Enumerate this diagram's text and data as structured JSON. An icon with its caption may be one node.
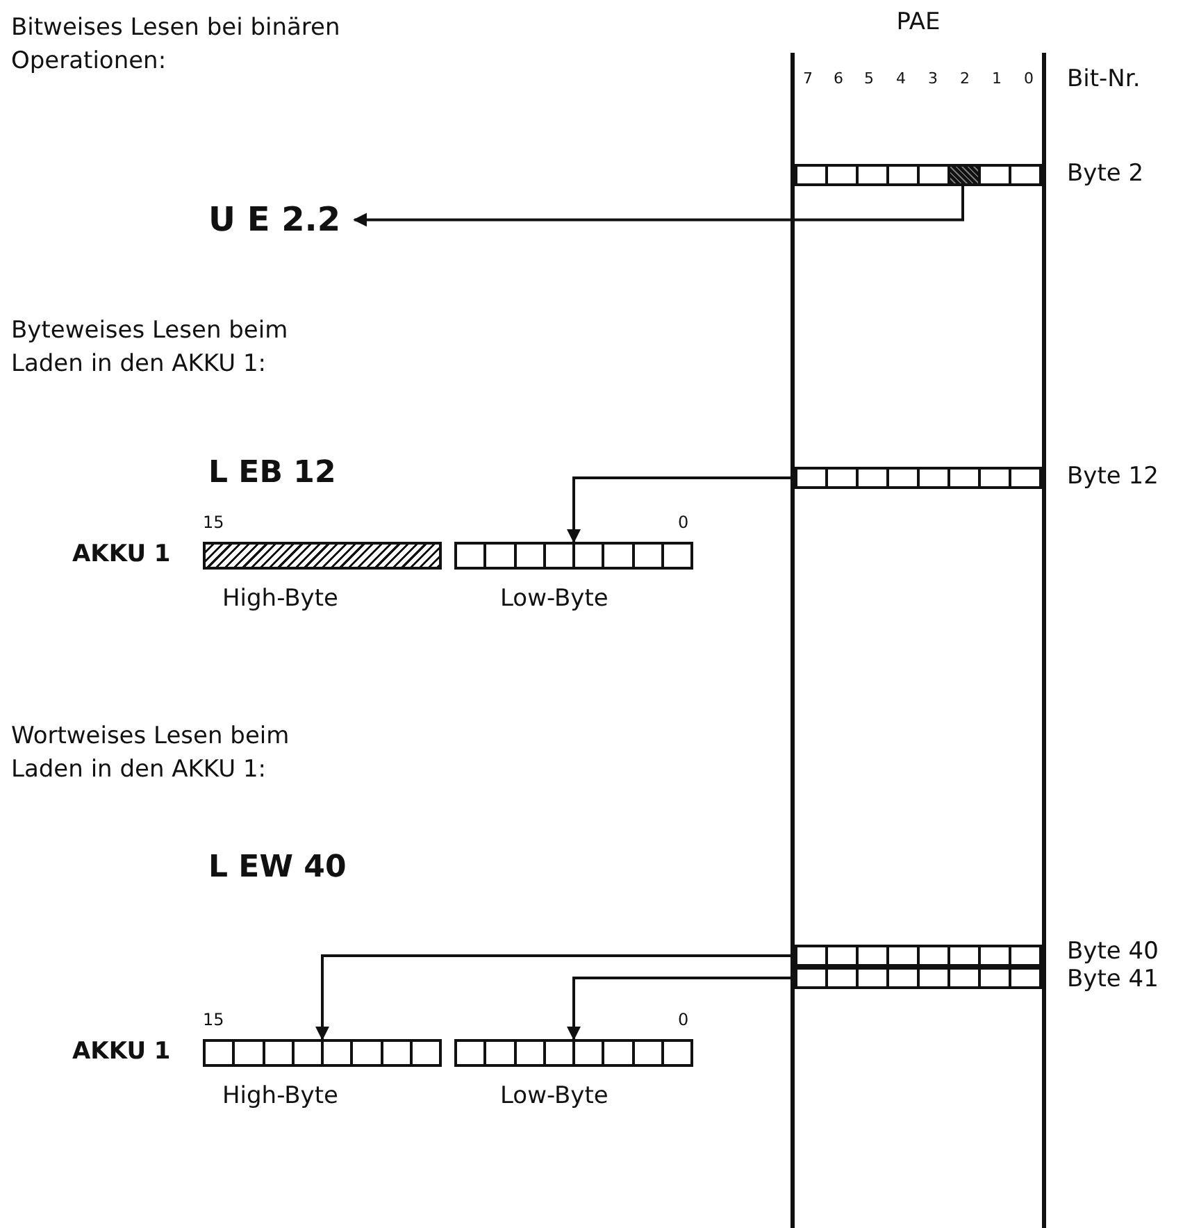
{
  "diagram": {
    "nodes": [
      {
        "text": [
          "PAE"
        ]
      },
      {
        "text": [],
        "shape": "bar",
        "in": 0,
        "beside": [
          "Byte 2"
        ]
      },
      {
        "text": [
          "U E 2.2"
        ]
      },
      {
        "text": [],
        "shape": "bar",
        "in": 0,
        "beside": [
          "Byte 12"
        ]
      },
      {
        "text": [],
        "shape": "bar",
        "beside": [
          "15",
          "High-Byte"
        ]
      },
      {
        "text": [],
        "shape": "bar",
        "beside": [
          "0",
          "Low-Byte"
        ]
      },
      {
        "text": [],
        "shape": "bar",
        "in": 0,
        "beside": [
          "Byte 40"
        ]
      },
      {
        "text": [],
        "shape": "bar",
        "in": 0,
        "beside": [
          "Byte 41"
        ]
      },
      {
        "text": [],
        "shape": "bar",
        "beside": [
          "15",
          "High-Byte"
        ]
      },
      {
        "text": [],
        "shape": "bar",
        "beside": [
          "0",
          "Low-Byte"
        ]
      }
    ],
    "edges": [
      {
        "from": 1,
        "to": 2,
        "arrow": "to"
      },
      {
        "from": 3,
        "to": 5,
        "arrow": "to"
      },
      {
        "from": 6,
        "to": 8,
        "arrow": "to"
      },
      {
        "from": 7,
        "to": 9,
        "arrow": "to"
      }
    ],
    "labels": [
      "Bitweises Lesen bei binären Operationen:",
      "7",
      "6",
      "5",
      "4",
      "3",
      "2",
      "1",
      "0",
      "Bit-Nr.",
      "Byteweises Lesen beim Laden in den AKKU 1:",
      "L EB 12",
      "AKKU 1",
      "Wortweises Lesen beim Laden in den AKKU 1:",
      "L EW 40",
      "AKKU 1"
    ]
  }
}
